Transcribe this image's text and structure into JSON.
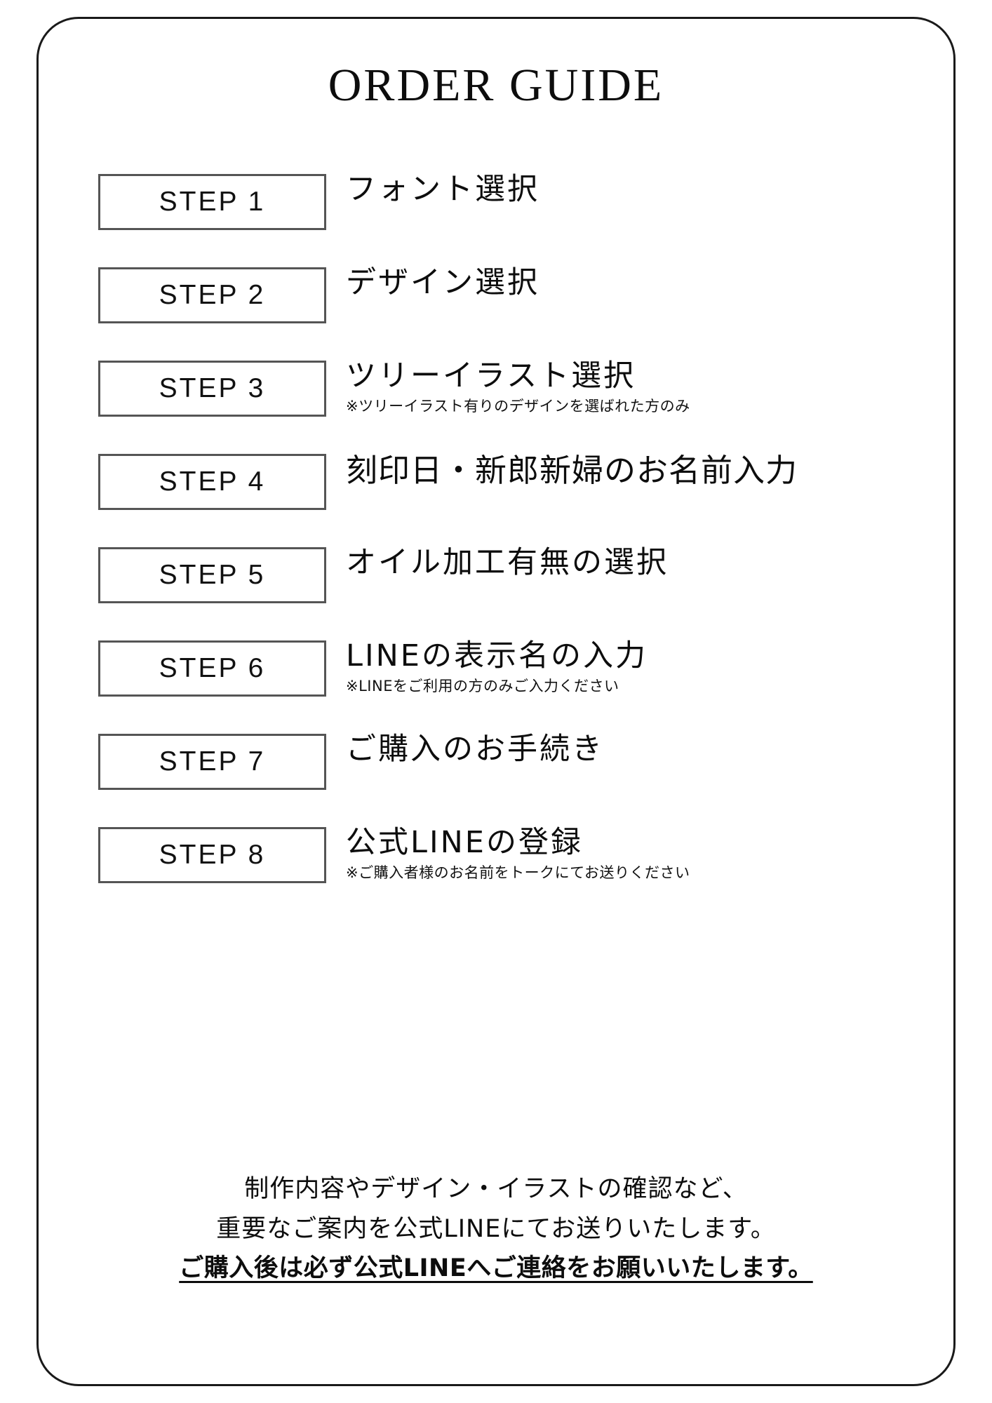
{
  "page": {
    "title": "ORDER GUIDE"
  },
  "steps": [
    {
      "badge": "STEP 1",
      "title": "フォント選択",
      "note": ""
    },
    {
      "badge": "STEP 2",
      "title": "デザイン選択",
      "note": ""
    },
    {
      "badge": "STEP 3",
      "title": "ツリーイラスト選択",
      "note": "※ツリーイラスト有りのデザインを選ばれた方のみ"
    },
    {
      "badge": "STEP 4",
      "title": "刻印日・新郎新婦のお名前入力",
      "note": ""
    },
    {
      "badge": "STEP 5",
      "title": "オイル加工有無の選択",
      "note": ""
    },
    {
      "badge": "STEP 6",
      "title": "LINEの表示名の入力",
      "note": "※LINEをご利用の方のみご入力ください"
    },
    {
      "badge": "STEP 7",
      "title": "ご購入のお手続き",
      "note": ""
    },
    {
      "badge": "STEP 8",
      "title": "公式LINEの登録",
      "note": "※ご購入者様のお名前をトークにてお送りください"
    }
  ],
  "footer": {
    "line1": "制作内容やデザイン・イラストの確認など、",
    "line2": "重要なご案内を公式LINEにてお送りいたします。",
    "line3": "ご購入後は必ず公式LINEへご連絡をお願いいたします。"
  },
  "colors": {
    "card_border": "#1a1a1a",
    "badge_border": "#555555",
    "text": "#0d0d0d",
    "background": "#ffffff"
  }
}
